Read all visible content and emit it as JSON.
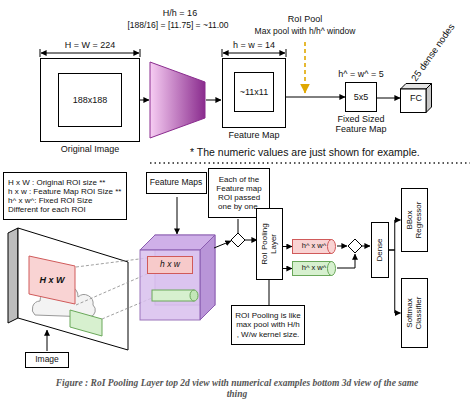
{
  "diagram": {
    "caption": "Figure : RoI Pooling Layer top 2d view with numerical examples bottom 3d view of the same thing",
    "nodes": [
      {
        "text": [
          "H = W = 224",
          "Original Image"
        ]
      },
      {
        "text": [
          "188x188"
        ],
        "in": 0
      },
      {
        "text": [
          "h = w = 14",
          "Feature Map"
        ]
      },
      {
        "text": [
          "~11x11"
        ],
        "in": 2
      },
      {
        "text": [
          "h^ = w^ = 5",
          "5x5",
          "Fixed Sized Feature Map"
        ]
      },
      {
        "text": [
          "FC",
          "25 dense nodes"
        ]
      },
      {
        "text": [
          "H x W : Original ROI size **",
          "h x w : Feature Map ROI Size **",
          "h^ x w^: Fixed ROI Size",
          "Different for each ROI"
        ]
      },
      {
        "text": [
          "Feature Maps"
        ]
      },
      {
        "text": [
          "Each of the Feature map ROI passed one by one."
        ]
      },
      {
        "text": [
          "Image"
        ]
      },
      {
        "text": [
          "H x W"
        ]
      },
      {
        "text": [
          "h x w"
        ]
      },
      {
        "text": [
          "RoI Pooling Layer"
        ]
      },
      {
        "text": [
          "h^ x w^"
        ]
      },
      {
        "text": [
          "h^ x w^"
        ]
      },
      {
        "text": [
          "ROI Pooling is like max pool with H/h , W/w kernel size."
        ]
      },
      {
        "text": [
          "Dense"
        ]
      },
      {
        "text": [
          "BBox Regressor"
        ]
      },
      {
        "text": [
          "Softmax Classifier"
        ]
      }
    ],
    "edges": [
      {
        "from": 2,
        "to": 4,
        "arrow": "to"
      },
      {
        "from": 4,
        "to": 5,
        "arrow": "to"
      },
      {
        "from": 12,
        "to": 13,
        "arrow": "to"
      },
      {
        "from": 12,
        "to": 14,
        "arrow": "to"
      },
      {
        "from": 16,
        "to": 17,
        "arrow": "to"
      },
      {
        "from": 16,
        "to": 18,
        "arrow": "to"
      },
      {
        "from": 15,
        "to": 12,
        "arrow": "none"
      }
    ],
    "labels": [
      "H/h = 16",
      "[188/16] = [11.75] = ~11.00",
      "RoI Pool",
      "Max pool with h/h^ window",
      "* The numeric values are just shown for example."
    ]
  }
}
